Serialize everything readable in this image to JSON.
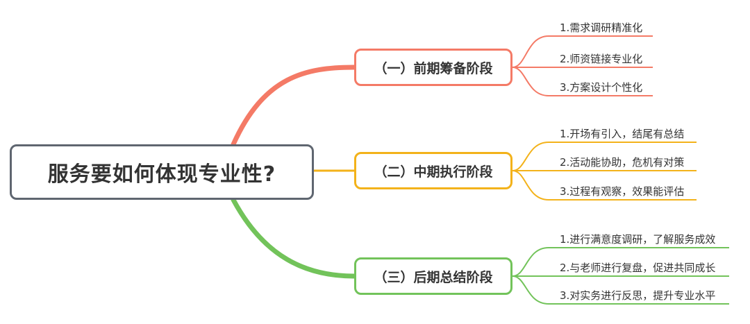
{
  "root": {
    "title": "服务要如何体现专业性?"
  },
  "branches": [
    {
      "label": "（一）前期筹备阶段",
      "color": "#f47a66",
      "items": [
        "1.需求调研精准化",
        "2.师资链接专业化",
        "3.方案设计个性化"
      ]
    },
    {
      "label": "（二）中期执行阶段",
      "color": "#f3b21a",
      "items": [
        "1.开场有引入，结尾有总结",
        "2.活动能协助，危机有对策",
        "3.过程有观察，效果能评估"
      ]
    },
    {
      "label": "（三）后期总结阶段",
      "color": "#72c35a",
      "items": [
        "1.进行满意度调研，了解服务成效",
        "2.与老师进行复盘，促进共同成长",
        "3.对实务进行反思，提升专业水平"
      ]
    }
  ]
}
